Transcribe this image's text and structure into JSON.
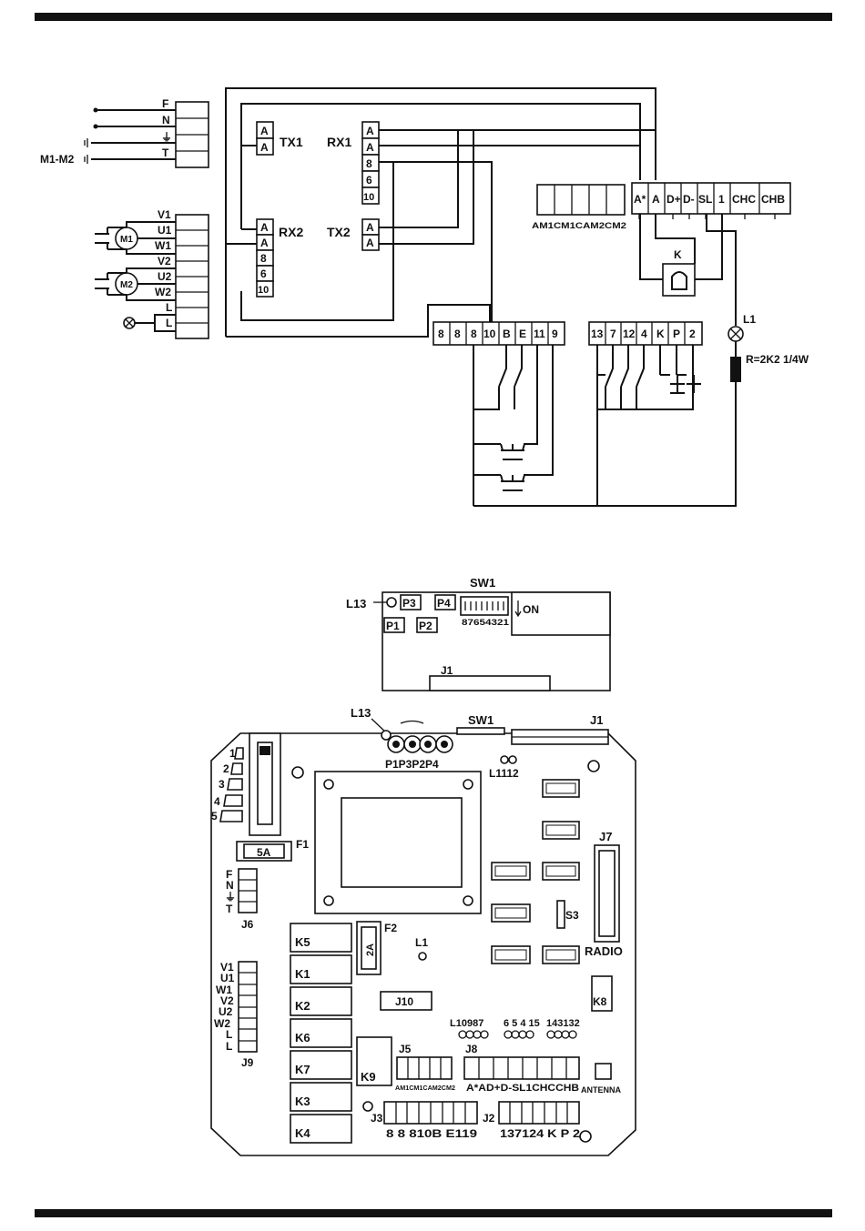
{
  "wiring": {
    "left_terminals": [
      "F",
      "N",
      "⏚",
      "T"
    ],
    "m1m2_label": "M1-M2",
    "motor_terminals": [
      "V1",
      "U1",
      "W1",
      "V2",
      "U2",
      "W2",
      "L",
      "L"
    ],
    "motor1": "M1",
    "motor2": "M2",
    "tx1": "TX1",
    "rx1": "RX1",
    "rx2": "RX2",
    "tx2": "TX2",
    "tx1_pins": [
      "A",
      "A"
    ],
    "rx1_pins": [
      "A",
      "A",
      "8",
      "6",
      "10"
    ],
    "rx2_pins": [
      "A",
      "A",
      "8",
      "6",
      "10"
    ],
    "tx2_pins": [
      "A",
      "A"
    ],
    "top_strip": [
      "A*",
      "A",
      "D+",
      "D-",
      "SL",
      "1",
      "CHC",
      "CHB"
    ],
    "antenna_labels": "AM1CM1CAM2CM2",
    "relay_k": "K",
    "lamp_label": "L1",
    "resistor_label": "R=2K2 1/4W",
    "j3_terms": [
      "8",
      "8",
      "8",
      "10",
      "B",
      "E",
      "11",
      "9"
    ],
    "j2_terms": [
      "13",
      "7",
      "12",
      "4",
      "K",
      "P",
      "2"
    ]
  },
  "dip_panel": {
    "l13": "L13",
    "p3": "P3",
    "p4": "P4",
    "p1": "P1",
    "p2": "P2",
    "sw1": "SW1",
    "numbers": "87654321",
    "on": "ON",
    "j1": "J1"
  },
  "board": {
    "l13": "L13",
    "sw1": "SW1",
    "j1": "J1",
    "pots": "P1P3P2P4",
    "leds_l1112": "L1112",
    "trimmers": [
      "1",
      "2",
      "3",
      "4",
      "5"
    ],
    "f1": "F1",
    "fuse1": "5A",
    "f2": "F2",
    "fuse2": "2A",
    "l1": "L1",
    "j6_labels": [
      "F",
      "N",
      "⏚",
      "T"
    ],
    "j6": "J6",
    "j9_labels": [
      "V1",
      "U1",
      "W1",
      "V2",
      "U2",
      "W2",
      "L",
      "L"
    ],
    "j9": "J9",
    "relays": [
      "K5",
      "K1",
      "K2",
      "K6",
      "K7",
      "K3",
      "K4"
    ],
    "k9": "K9",
    "k8": "K8",
    "j7": "J7",
    "radio": "RADIO",
    "s3": "S3",
    "j10": "J10",
    "led_row1": "L10987",
    "led_row2": "6 5 4 15",
    "led_row3": "143132",
    "j5": "J5",
    "j5_sub": "AM1CM1CAM2CM2",
    "j8": "J8",
    "j8_sub": "A*AD+D-SL1CHCCHB",
    "antenna": "ANTENNA",
    "j3": "J3",
    "j3_sub": "8 8 810B E119",
    "j2": "J2",
    "j2_sub": "137124 K P 2"
  }
}
